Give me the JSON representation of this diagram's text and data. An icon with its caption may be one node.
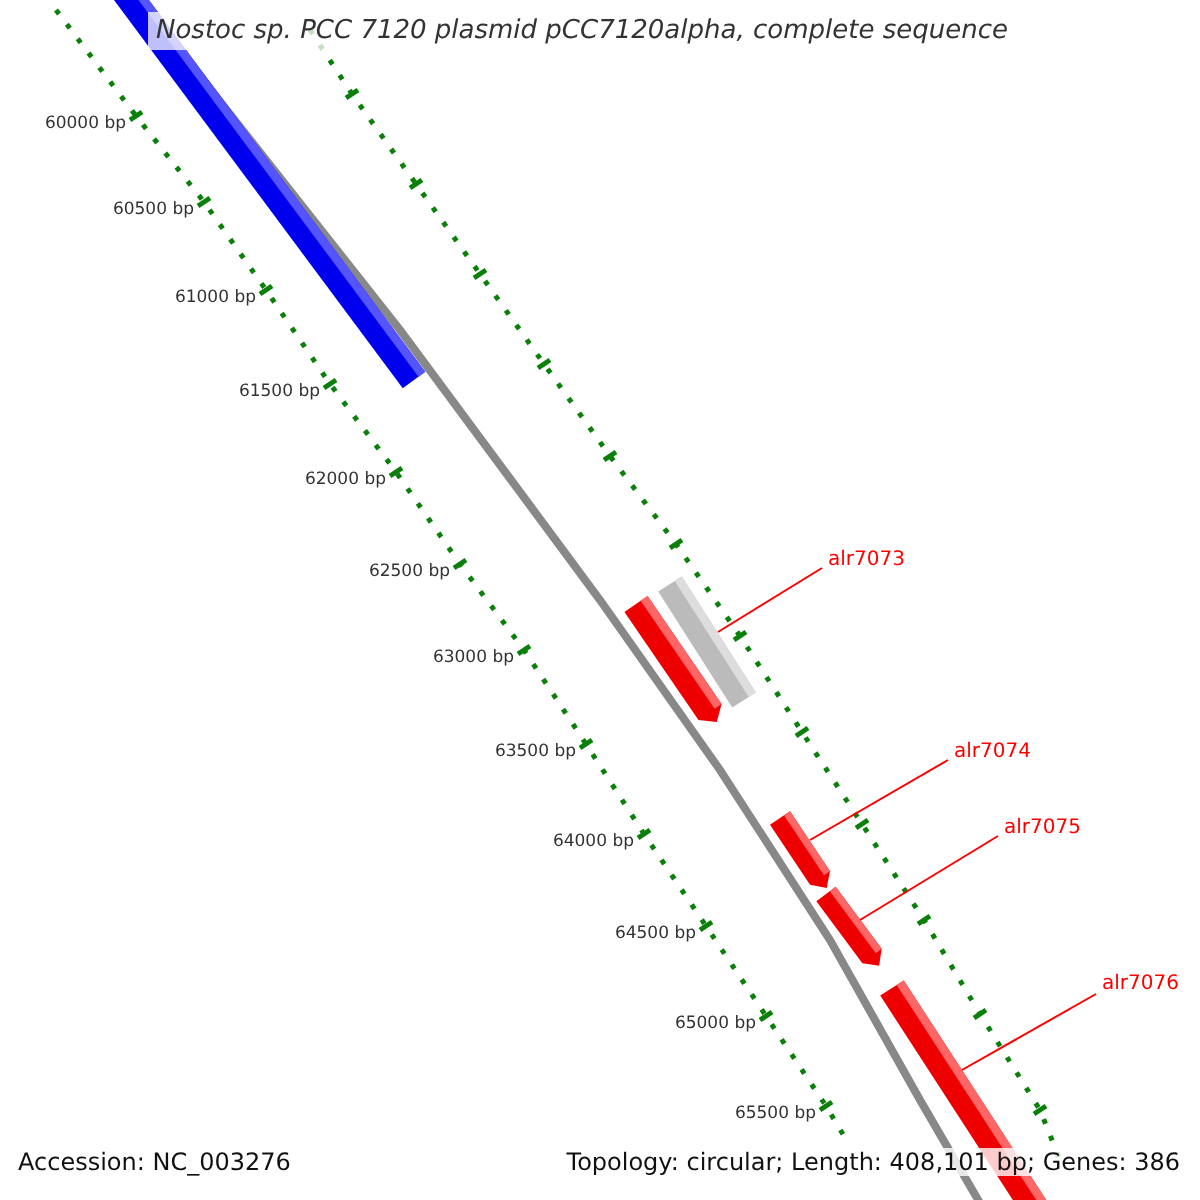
{
  "diagram": {
    "title": "Nostoc sp. PCC 7120 plasmid pCC7120alpha, complete sequence",
    "nodes": [
      {
        "text": [],
        "shape": "bar"
      },
      {
        "text": [
          "alr7073"
        ]
      },
      {
        "text": [],
        "shape": "bar"
      },
      {
        "text": [],
        "shape": "bar"
      },
      {
        "text": [
          "alr7074"
        ]
      },
      {
        "text": [],
        "shape": "bar"
      },
      {
        "text": [
          "alr7075"
        ]
      },
      {
        "text": [],
        "shape": "bar"
      },
      {
        "text": [
          "alr7076"
        ]
      },
      {
        "text": [],
        "shape": "bar"
      }
    ],
    "edges": [
      {
        "from": 1,
        "to": 2,
        "arrow": "none"
      },
      {
        "from": 4,
        "to": 5,
        "arrow": "none"
      },
      {
        "from": 6,
        "to": 7,
        "arrow": "none"
      },
      {
        "from": 8,
        "to": 9,
        "arrow": "none"
      }
    ],
    "labels": [
      "60000 bp",
      "60500 bp",
      "61000 bp",
      "61500 bp",
      "62000 bp",
      "62500 bp",
      "63000 bp",
      "63500 bp",
      "64000 bp",
      "64500 bp",
      "65000 bp",
      "65500 bp",
      "Accession: NC_003276",
      "Topology: circular; Length: 408,101 bp; Genes: 386"
    ]
  }
}
